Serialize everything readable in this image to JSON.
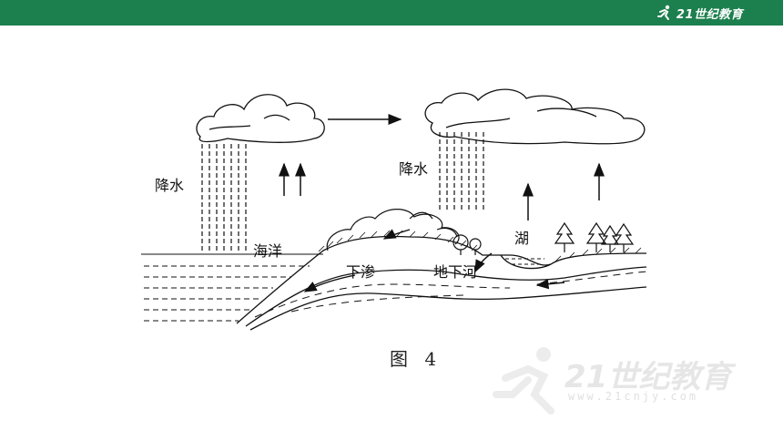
{
  "header": {
    "brand": "21世纪教育"
  },
  "labels": {
    "precip_left": "降水",
    "precip_right": "降水",
    "ocean": "海洋",
    "infiltration": "下渗",
    "underground_river": "地下河",
    "lake": "湖"
  },
  "caption": "图 4",
  "watermark": {
    "brand": "21世纪教育",
    "url": "www.21cnjy.com"
  },
  "colors": {
    "header_bg": "#1c7f4e",
    "ink": "#111111"
  }
}
